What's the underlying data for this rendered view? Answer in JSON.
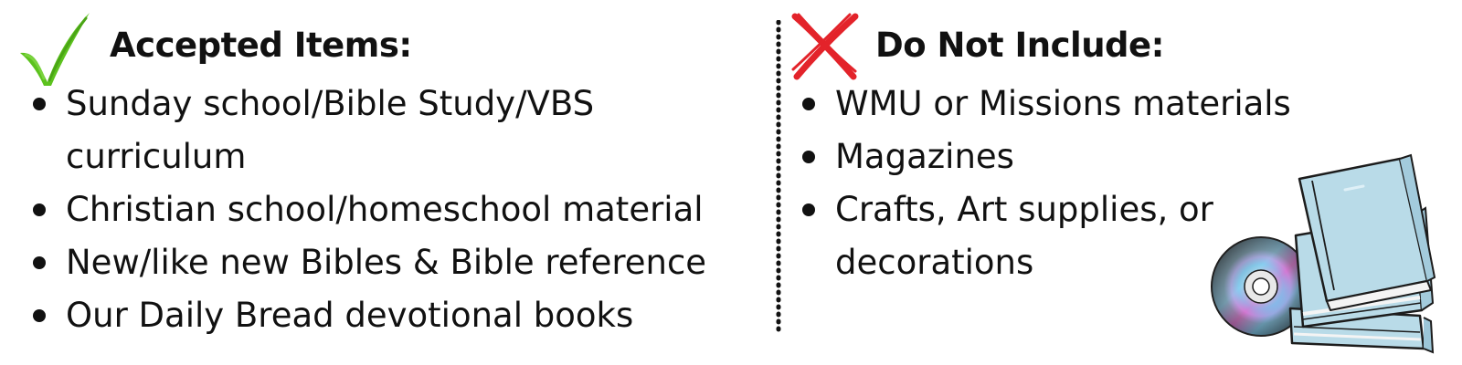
{
  "accepted": {
    "heading": "Accepted Items:",
    "icon": "check-icon",
    "icon_color": "#5cc21e",
    "items": [
      {
        "lines": [
          "Sunday school/Bible Study/VBS",
          "curriculum"
        ]
      },
      {
        "lines": [
          "Christian school/homeschool material"
        ]
      },
      {
        "lines": [
          "New/like new Bibles & Bible reference"
        ]
      },
      {
        "lines": [
          "Our Daily Bread devotional books"
        ]
      }
    ]
  },
  "excluded": {
    "heading": "Do Not Include:",
    "icon": "cross-icon",
    "icon_color": "#e3232a",
    "items": [
      {
        "lines": [
          "WMU or Missions materials"
        ]
      },
      {
        "lines": [
          "Magazines"
        ]
      },
      {
        "lines": [
          "Crafts, Art supplies, or",
          "decorations"
        ]
      }
    ]
  },
  "illustration": {
    "icon": "books-and-disc-icon",
    "book_color": "#b9dbe8",
    "outline_color": "#1c1c1c"
  },
  "divider": {
    "style": "dotted",
    "color": "#111111"
  }
}
